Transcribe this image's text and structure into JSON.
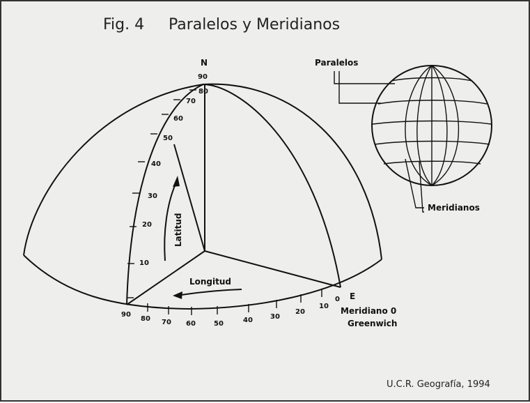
{
  "title": {
    "fig": "Fig. 4",
    "text": "Paralelos y Meridianos"
  },
  "labels": {
    "north": "N",
    "east": "E",
    "latitude": "Latitud",
    "longitude": "Longitud",
    "meridian_zero_line1": "Meridiano 0",
    "meridian_zero_line2": "Greenwich",
    "paralelos": "Paralelos",
    "meridianos": "Meridianos"
  },
  "latitude_ticks": [
    "90",
    "80",
    "70",
    "60",
    "50",
    "40",
    "30",
    "20",
    "10"
  ],
  "longitude_ticks": [
    "90",
    "80",
    "70",
    "60",
    "50",
    "40",
    "30",
    "20",
    "10",
    "0"
  ],
  "credit": "U.C.R. Geografía, 1994"
}
